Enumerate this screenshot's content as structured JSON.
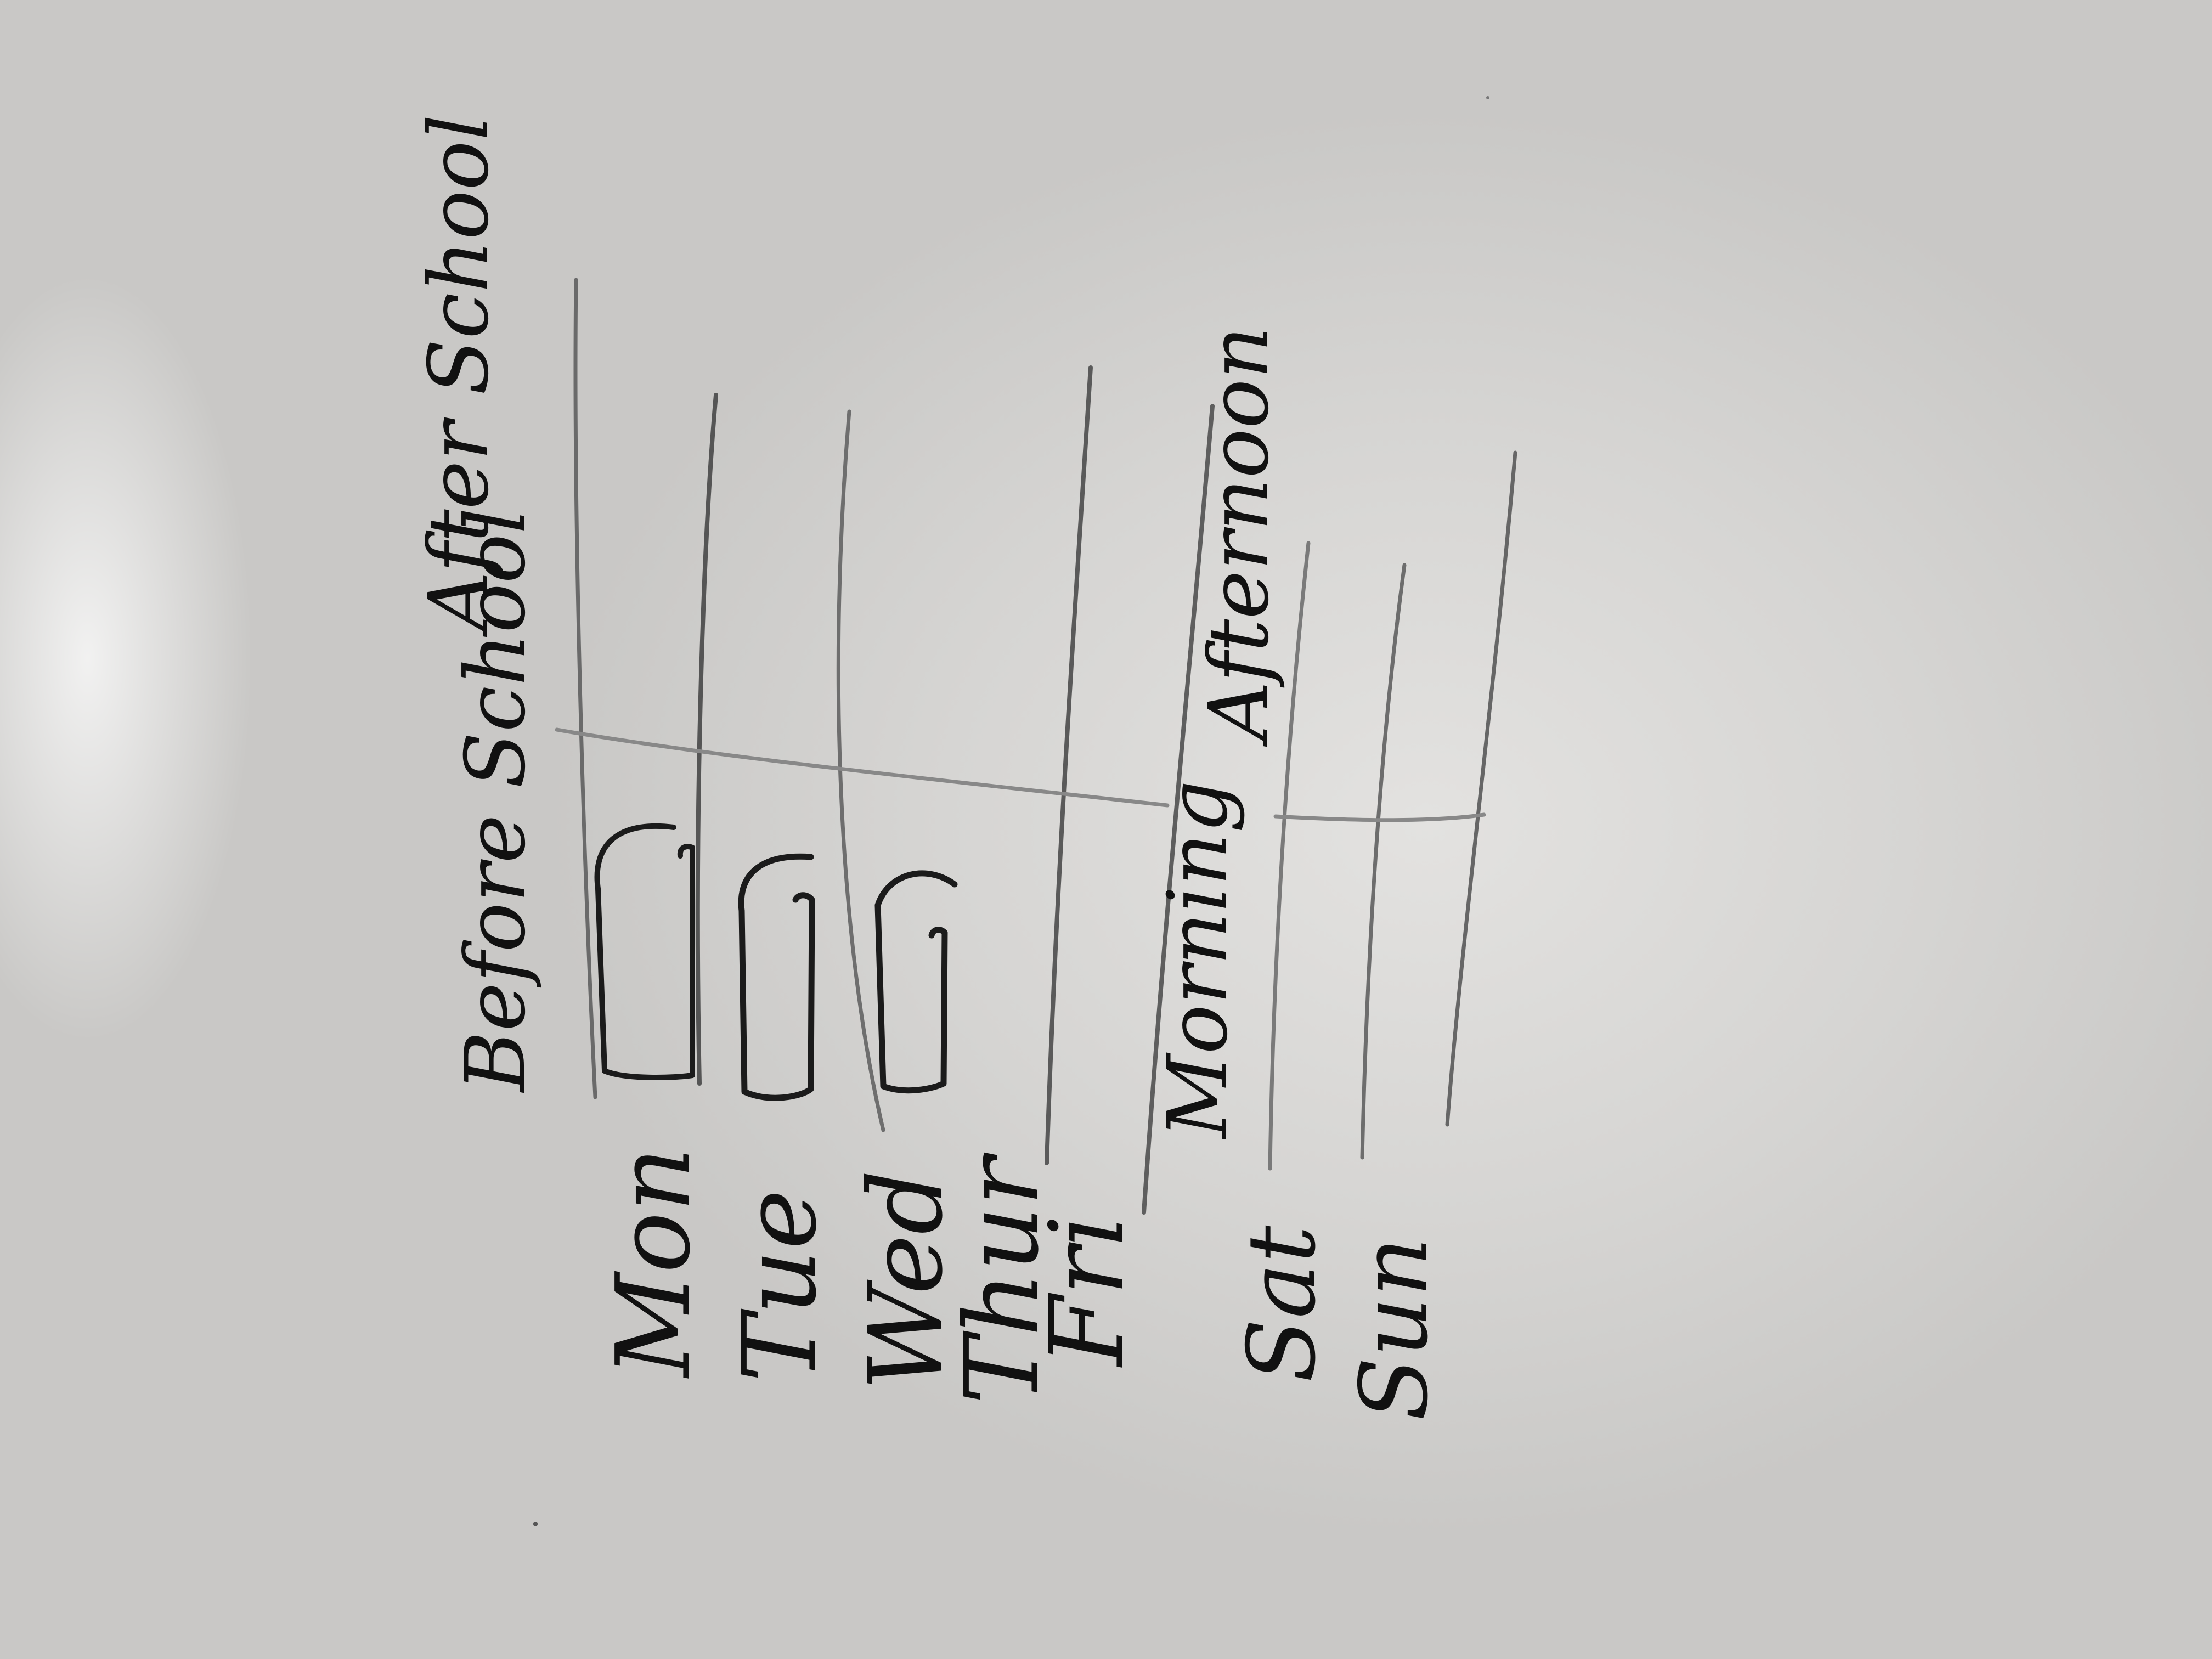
{
  "colors": {
    "board": "#d6d5d3",
    "ink": "#1b1b1b",
    "grid_line": "#6e6e6e"
  },
  "weekday_section": {
    "column_headers": [
      "Before School",
      "After School"
    ],
    "rows": [
      "Mon",
      "Tue",
      "Wed",
      "Thur",
      "Fri"
    ]
  },
  "weekend_section": {
    "column_headers": [
      "Morning",
      "Afternoon"
    ],
    "rows": [
      "Sat",
      "Sun"
    ]
  }
}
